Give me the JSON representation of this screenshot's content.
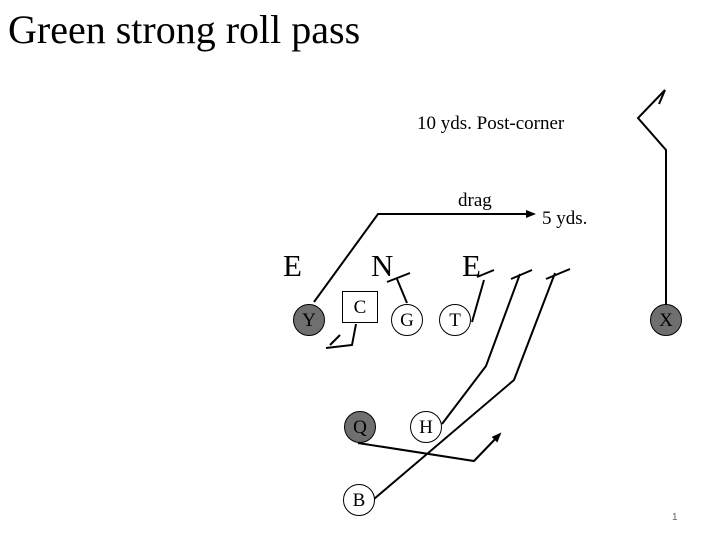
{
  "title": "Green strong roll pass",
  "annotations": {
    "post_corner": "10 yds.   Post-corner",
    "drag": "drag",
    "five_yds": "5 yds."
  },
  "defense": {
    "e_left": "E",
    "n": "N",
    "e_right": "E"
  },
  "offense": {
    "y": "Y",
    "c": "C",
    "g": "G",
    "t": "T",
    "x": "X",
    "q": "Q",
    "h": "H",
    "b": "B"
  },
  "page_number": "1",
  "colors": {
    "shaded_player": "#6f6f6f",
    "line": "#000000"
  }
}
